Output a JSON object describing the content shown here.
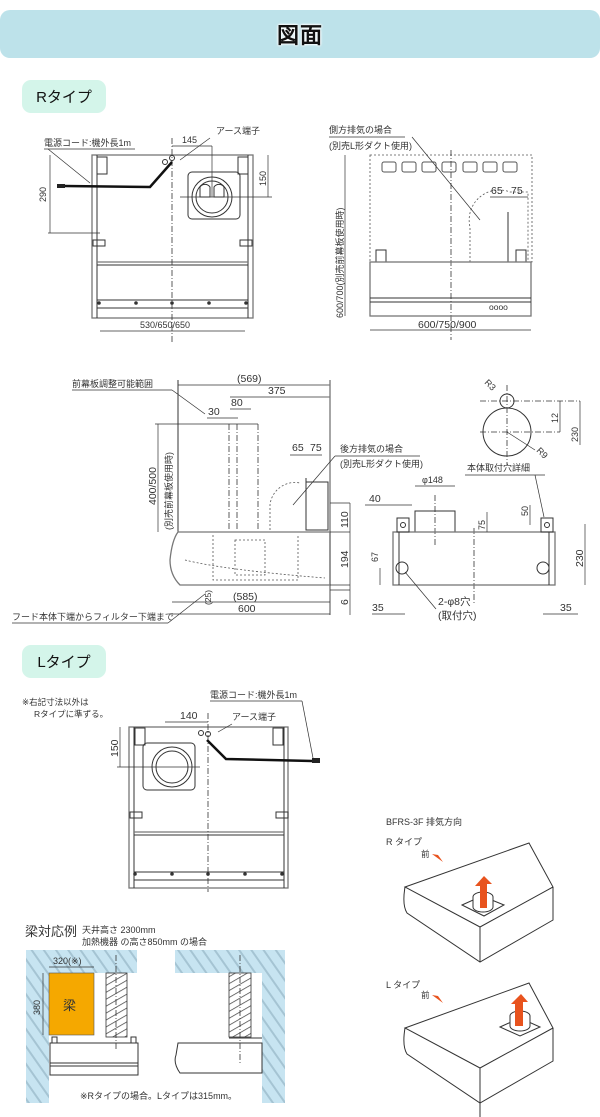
{
  "title": "図面",
  "r_type": {
    "label": "Rタイプ",
    "front": {
      "cord": "電源コード:機外長1m",
      "earth": "アース端子",
      "d145": "145",
      "d290": "290",
      "d150": "150",
      "width": "530/650/650"
    },
    "side": {
      "note1": "側方排気の場合",
      "note2": "(別売L形ダクト使用)",
      "d65": "65",
      "d75": "75",
      "height": "600/700(別売前幕板使用時)",
      "width": "600/750/900"
    },
    "section": {
      "front_panel": "前幕板調整可能範囲",
      "d569": "(569)",
      "d375": "375",
      "d80": "80",
      "d30": "30",
      "height": "400/500",
      "height_note": "(別売前幕板使用時)",
      "rear1": "後方排気の場合",
      "rear2": "(別売L形ダクト使用)",
      "d65": "65",
      "d75": "75",
      "d110": "110",
      "d194": "194",
      "d6": "6",
      "d585": "(585)",
      "d600": "600",
      "d25": "(25)",
      "filter_note": "フード本体下端からフィルター下端まで"
    },
    "mount": {
      "r3": "R3",
      "r9": "R9",
      "d12": "12",
      "d230a": "230",
      "detail": "本体取付穴詳細",
      "phi148": "φ148",
      "d40": "40",
      "d50": "50",
      "d75": "75",
      "d67": "67",
      "d230b": "230",
      "hole": "2-φ8穴",
      "hole_note": "(取付穴)",
      "d35a": "35",
      "d35b": "35"
    }
  },
  "l_type": {
    "label": "Lタイプ",
    "note1": "※右記寸法以外は",
    "note2": "Rタイプに準ずる。",
    "cord": "電源コード:機外長1m",
    "earth": "アース端子",
    "d140": "140",
    "d150": "150"
  },
  "beam": {
    "title": "梁対応例",
    "cond1": "天井高さ 2300mm",
    "cond2": "加熱機器 の高さ850mm の場合",
    "d320": "320(※)",
    "d380": "380",
    "beam_label": "梁",
    "footnote": "※Rタイプの場合。Lタイプは315mm。"
  },
  "exhaust": {
    "title": "BFRS-3F 排気方向",
    "r_label": "R タイプ",
    "l_label": "L タイプ",
    "front_r": "前",
    "front_l": "前"
  },
  "colors": {
    "header": "#bde2ea",
    "pill": "#d4f5ea",
    "beam": "#f5a800",
    "arrow": "#e8531e",
    "wall": "#c7e4f1"
  }
}
